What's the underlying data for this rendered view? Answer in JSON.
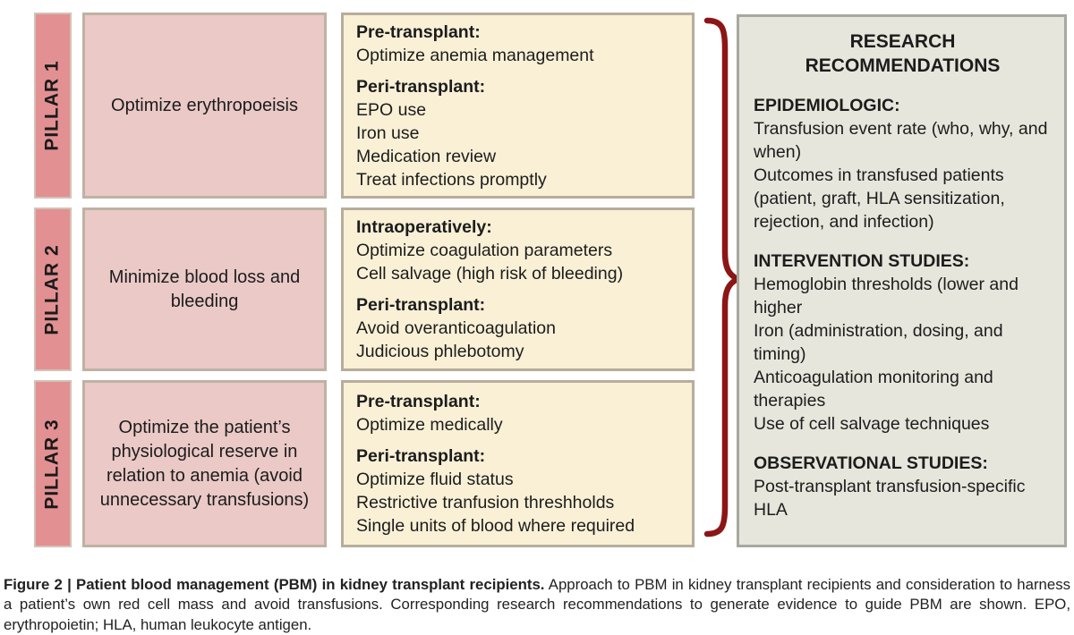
{
  "colors": {
    "pillar_strip": "#e29092",
    "pillar_box": "#eac9c7",
    "detail_box": "#f9f0d6",
    "research_box": "#e6e6dc",
    "brace": "#8c1616"
  },
  "pillars": [
    {
      "label": "PILLAR 1",
      "summary": "Optimize erythropoeisis",
      "details": [
        {
          "heading": "Pre-transplant:",
          "items": [
            "Optimize anemia management"
          ]
        },
        {
          "heading": "Peri-transplant:",
          "items": [
            "EPO use",
            "Iron use",
            "Medication review",
            "Treat infections promptly"
          ]
        }
      ]
    },
    {
      "label": "PILLAR 2",
      "summary": "Minimize blood loss and bleeding",
      "details": [
        {
          "heading": "Intraoperatively:",
          "items": [
            "Optimize coagulation parameters",
            "Cell salvage (high risk of bleeding)"
          ]
        },
        {
          "heading": "Peri-transplant:",
          "items": [
            "Avoid overanticoagulation",
            "Judicious phlebotomy"
          ]
        }
      ]
    },
    {
      "label": "PILLAR 3",
      "summary": "Optimize the patient’s physiological reserve in relation to anemia (avoid unnecessary transfusions)",
      "details": [
        {
          "heading": "Pre-transplant:",
          "items": [
            "Optimize medically"
          ]
        },
        {
          "heading": "Peri-transplant:",
          "items": [
            "Optimize fluid status",
            "Restrictive tranfusion threshholds",
            "Single units of blood where required"
          ]
        }
      ]
    }
  ],
  "research": {
    "title": "RESEARCH RECOMMENDATIONS",
    "sections": [
      {
        "heading": "EPIDEMIOLOGIC:",
        "items": [
          "Transfusion event rate (who, why, and when)",
          "Outcomes in transfused patients (patient, graft, HLA sensitization, rejection, and infection)"
        ]
      },
      {
        "heading": "INTERVENTION STUDIES:",
        "items": [
          "Hemoglobin thresholds (lower and higher",
          "Iron (administration, dosing, and timing)",
          "Anticoagulation monitoring and therapies",
          "Use of cell salvage techniques"
        ]
      },
      {
        "heading": "OBSERVATIONAL STUDIES:",
        "items": [
          "Post-transplant transfusion-specific HLA"
        ]
      }
    ]
  },
  "caption": {
    "bold": "Figure 2 | Patient blood management (PBM) in kidney transplant recipients.",
    "text": " Approach to PBM in kidney transplant recipients and consideration to harness a patient’s own red cell mass and avoid transfusions. Corresponding research recommendations to generate evidence to guide PBM are shown. EPO, erythropoietin; HLA, human leukocyte antigen."
  }
}
